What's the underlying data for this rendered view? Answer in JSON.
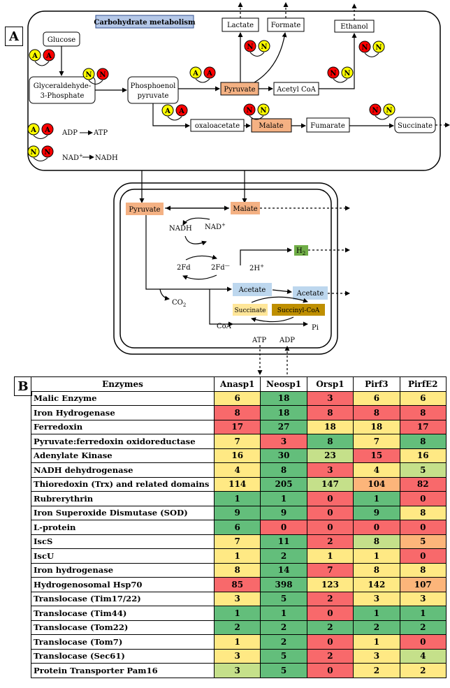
{
  "panel_a": {
    "label": "A",
    "title": "Carbohydrate metabolism",
    "nodes": {
      "glucose": "Glucose",
      "g3p_line1": "Glyceraldehyde-",
      "g3p_line2": "3-Phosphate",
      "pep_line1": "Phosphoenol",
      "pep_line2": "pyruvate",
      "pyruvate": "Pyruvate",
      "acetyl_coa": "Acetyl CoA",
      "lactate": "Lactate",
      "formate": "Formate",
      "ethanol": "Ethanol",
      "oxaloacetate": "oxaloacetate",
      "malate": "Malate",
      "fumarate": "Fumarate",
      "succinate": "Succinate"
    },
    "cofactor_letters": {
      "atp": "A",
      "nadh": "N"
    },
    "legend": {
      "atp_from": "ADP",
      "atp_to": "ATP",
      "nad_from": "NAD",
      "nad_from_sup": "+",
      "nad_to": "NADH"
    }
  },
  "organelle": {
    "pyruvate": "Pyruvate",
    "malate": "Malate",
    "nadh": "NADH",
    "nad": "NAD",
    "nad_sup": "+",
    "fd_ox": "2Fd",
    "fd_red": "2Fd",
    "fd_red_sup": "—",
    "h2": "H",
    "h2_sub": "2",
    "h_plus": "2H",
    "h_plus_sup": "+",
    "co2": "CO",
    "co2_sub": "2",
    "acetate_inner": "Acetate",
    "acetate_outer": "Acetate",
    "succinate": "Succinate",
    "succinyl_coa": "Succinyl-CoA",
    "coa": "CoA",
    "pi": "Pi",
    "atp": "ATP",
    "adp": "ADP"
  },
  "colors": {
    "pyruvate_box": "#f4b183",
    "acetate_box": "#bdd7ee",
    "h2_box": "#70ad47",
    "succinate_box": "#ffe699",
    "succinylcoa_box": "#bf8f00",
    "title_box": "#b4c7e7",
    "atp_circle": "#ffff00",
    "nadh_circle": "#ff0000",
    "cell_green": "#63be7b",
    "cell_lightgreen": "#c5e08a",
    "cell_yellow": "#ffe984",
    "cell_orange": "#fcb57a",
    "cell_red": "#f8696b"
  },
  "panel_b": {
    "label": "B",
    "headers": [
      "Enzymes",
      "Anasp1",
      "Neosp1",
      "Orsp1",
      "Pirf3",
      "PirfE2"
    ],
    "rows": [
      {
        "name": "Malic Enzyme",
        "values": [
          "6",
          "18",
          "3",
          "6",
          "6"
        ],
        "colors": [
          "cell_yellow",
          "cell_green",
          "cell_red",
          "cell_yellow",
          "cell_yellow"
        ]
      },
      {
        "name": "Iron Hydrogenase",
        "values": [
          "8",
          "18",
          "8",
          "8",
          "8"
        ],
        "colors": [
          "cell_red",
          "cell_green",
          "cell_red",
          "cell_red",
          "cell_red"
        ]
      },
      {
        "name": "Ferredoxin",
        "values": [
          "17",
          "27",
          "18",
          "18",
          "17"
        ],
        "colors": [
          "cell_red",
          "cell_green",
          "cell_yellow",
          "cell_yellow",
          "cell_red"
        ]
      },
      {
        "name": "Pyruvate:ferredoxin oxidoreductase",
        "values": [
          "7",
          "3",
          "8",
          "7",
          "8"
        ],
        "colors": [
          "cell_yellow",
          "cell_red",
          "cell_green",
          "cell_yellow",
          "cell_green"
        ]
      },
      {
        "name": "Adenylate Kinase",
        "values": [
          "16",
          "30",
          "23",
          "15",
          "16"
        ],
        "colors": [
          "cell_yellow",
          "cell_green",
          "cell_lightgreen",
          "cell_red",
          "cell_yellow"
        ]
      },
      {
        "name": "NADH dehydrogenase",
        "values": [
          "4",
          "8",
          "3",
          "4",
          "5"
        ],
        "colors": [
          "cell_yellow",
          "cell_green",
          "cell_red",
          "cell_yellow",
          "cell_lightgreen"
        ]
      },
      {
        "name": "Thioredoxin (Trx) and related domains",
        "values": [
          "114",
          "205",
          "147",
          "104",
          "82"
        ],
        "colors": [
          "cell_yellow",
          "cell_green",
          "cell_lightgreen",
          "cell_orange",
          "cell_red"
        ]
      },
      {
        "name": "Rubrerythrin",
        "values": [
          "1",
          "1",
          "0",
          "1",
          "0"
        ],
        "colors": [
          "cell_green",
          "cell_green",
          "cell_red",
          "cell_green",
          "cell_red"
        ]
      },
      {
        "name": "Iron Superoxide Dismutase (SOD)",
        "values": [
          "9",
          "9",
          "0",
          "9",
          "8"
        ],
        "colors": [
          "cell_green",
          "cell_green",
          "cell_red",
          "cell_green",
          "cell_yellow"
        ]
      },
      {
        "name": "L-protein",
        "values": [
          "6",
          "0",
          "0",
          "0",
          "0"
        ],
        "colors": [
          "cell_green",
          "cell_red",
          "cell_red",
          "cell_red",
          "cell_red"
        ]
      },
      {
        "name": "IscS",
        "values": [
          "7",
          "11",
          "2",
          "8",
          "5"
        ],
        "colors": [
          "cell_yellow",
          "cell_green",
          "cell_red",
          "cell_lightgreen",
          "cell_orange"
        ]
      },
      {
        "name": "IscU",
        "values": [
          "1",
          "2",
          "1",
          "1",
          "0"
        ],
        "colors": [
          "cell_yellow",
          "cell_green",
          "cell_yellow",
          "cell_yellow",
          "cell_red"
        ]
      },
      {
        "name": "Iron hydrogenase",
        "values": [
          "8",
          "14",
          "7",
          "8",
          "8"
        ],
        "colors": [
          "cell_yellow",
          "cell_green",
          "cell_red",
          "cell_yellow",
          "cell_yellow"
        ]
      },
      {
        "name": "Hydrogenosomal Hsp70",
        "values": [
          "85",
          "398",
          "123",
          "142",
          "107"
        ],
        "colors": [
          "cell_red",
          "cell_green",
          "cell_yellow",
          "cell_yellow",
          "cell_orange"
        ]
      },
      {
        "name": "Translocase (Tim17/22)",
        "values": [
          "3",
          "5",
          "2",
          "3",
          "3"
        ],
        "colors": [
          "cell_yellow",
          "cell_green",
          "cell_red",
          "cell_yellow",
          "cell_yellow"
        ]
      },
      {
        "name": "Translocase (Tim44)",
        "values": [
          "1",
          "1",
          "0",
          "1",
          "1"
        ],
        "colors": [
          "cell_green",
          "cell_green",
          "cell_red",
          "cell_green",
          "cell_green"
        ]
      },
      {
        "name": "Translocase (Tom22)",
        "values": [
          "2",
          "2",
          "2",
          "2",
          "2"
        ],
        "colors": [
          "cell_green",
          "cell_green",
          "cell_green",
          "cell_green",
          "cell_green"
        ]
      },
      {
        "name": "Translocase (Tom7)",
        "values": [
          "1",
          "2",
          "0",
          "1",
          "0"
        ],
        "colors": [
          "cell_yellow",
          "cell_green",
          "cell_red",
          "cell_yellow",
          "cell_red"
        ]
      },
      {
        "name": "Translocase (Sec61)",
        "values": [
          "3",
          "5",
          "2",
          "3",
          "4"
        ],
        "colors": [
          "cell_yellow",
          "cell_green",
          "cell_red",
          "cell_yellow",
          "cell_lightgreen"
        ]
      },
      {
        "name": "Protein Transporter Pam16",
        "values": [
          "3",
          "5",
          "0",
          "2",
          "2"
        ],
        "colors": [
          "cell_lightgreen",
          "cell_green",
          "cell_red",
          "cell_yellow",
          "cell_yellow"
        ]
      }
    ]
  }
}
